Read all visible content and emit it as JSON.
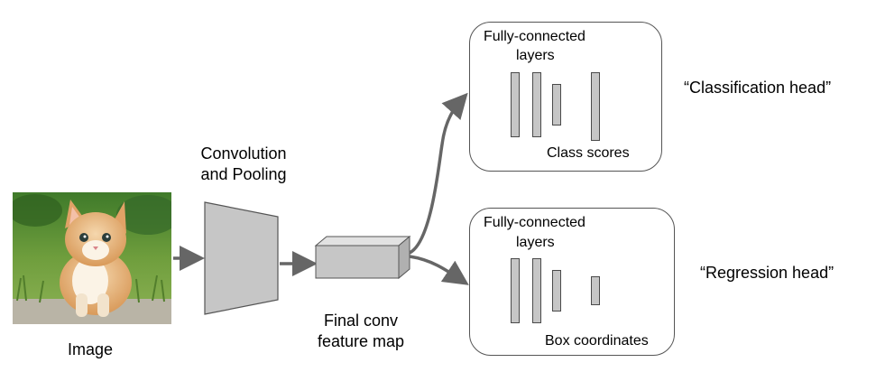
{
  "labels": {
    "image": "Image",
    "conv_line1": "Convolution",
    "conv_line2": "and Pooling",
    "feature_line1": "Final conv",
    "feature_line2": "feature map",
    "classification_head": "“Classification head”",
    "regression_head": "“Regression head”"
  },
  "top_box": {
    "title_line1": "Fully-connected",
    "title_line2": "layers",
    "output": "Class scores"
  },
  "bottom_box": {
    "title_line1": "Fully-connected",
    "title_line2": "layers",
    "output": "Box coordinates"
  },
  "colors": {
    "shape_fill": "#c6c6c6",
    "shape_stroke": "#555555",
    "arrow": "#666666"
  }
}
